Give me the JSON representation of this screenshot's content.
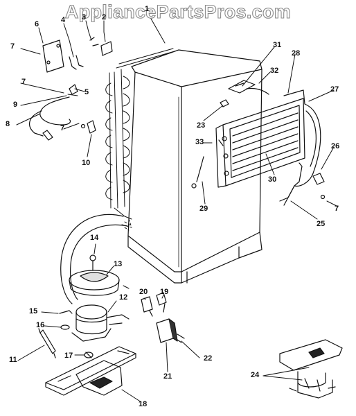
{
  "watermark": "AppliancePartsPros.com",
  "callouts": [
    "1",
    "2",
    "3",
    "4",
    "5",
    "6",
    "7",
    "8",
    "9",
    "10",
    "11",
    "12",
    "13",
    "14",
    "15",
    "16",
    "17",
    "18",
    "19",
    "20",
    "21",
    "22",
    "23",
    "24",
    "25",
    "26",
    "27",
    "28",
    "29",
    "30",
    "31",
    "32",
    "33"
  ],
  "colors": {
    "ink": "#111111",
    "watermark_outline": "#8a8a8a",
    "background": "#ffffff"
  }
}
